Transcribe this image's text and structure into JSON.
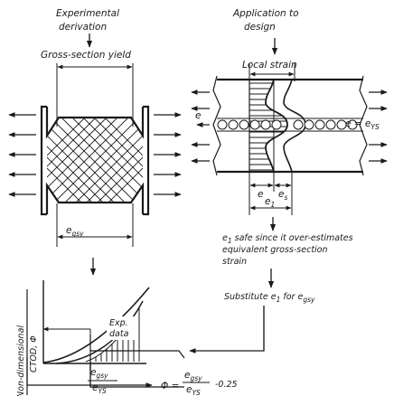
{
  "left": {
    "title_line1": "Experimental",
    "title_line2": "derivation",
    "gross_yield": "Gross-section yield",
    "egsy": "e",
    "egsy_sub": "gsy",
    "ylabel_line1": "Non-dimensional",
    "ylabel_line2": "CTOD, Φ",
    "exp_line1": "Exp.",
    "exp_line2": "data",
    "xlabel_num": "e",
    "xlabel_num_sub": "gsy",
    "xlabel_den": "e",
    "xlabel_den_sub": "YS"
  },
  "right": {
    "title_line1": "Application to",
    "title_line2": "design",
    "local_strain": "Local strain",
    "e_left": "e",
    "e_right": "e = e",
    "e_right_sub": "YS",
    "e_dim": "e",
    "es_dim": "e",
    "es_dim_sub": "s",
    "e1_dim": "e",
    "e1_dim_sub": "1",
    "note_line1_a": "e",
    "note_line1_sub": "1",
    "note_line1_b": " safe since it over-estimates",
    "note_line2": "equivalent gross-section",
    "note_line3": "strain",
    "subst_a": "Substitute e",
    "subst_sub1": "1",
    "subst_b": " for e",
    "subst_sub2": "gsy"
  },
  "formula": {
    "lhs": "Φ =",
    "num": "e",
    "num_sub": "gsy",
    "den": "e",
    "den_sub": "YS",
    "tail": "-0.25"
  }
}
